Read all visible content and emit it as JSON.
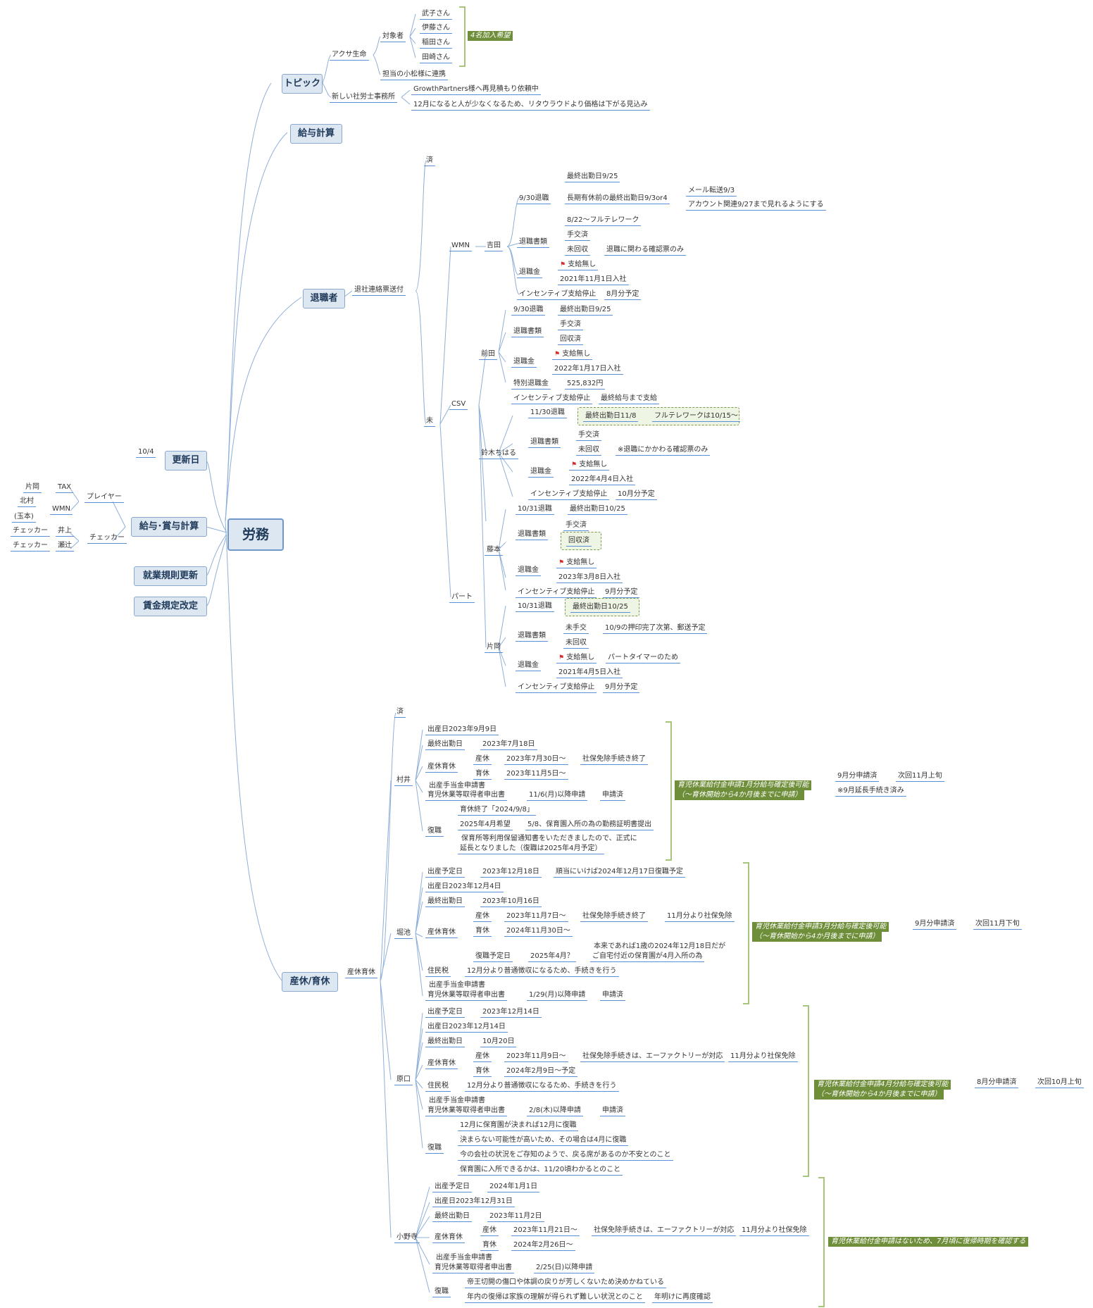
{
  "root": "労務",
  "branches": {
    "topic": "トピック",
    "salary_calc": "給与計算",
    "retiree": "退職者",
    "maternity": "産休/育休",
    "update_date": "更新日",
    "pay_bonus": "給与･賞与計算",
    "rules_update": "就業規則更新",
    "wage_revision": "賃金規定改定"
  },
  "topic": {
    "aflac": "アクサ生命",
    "target": "対象者",
    "names": [
      "武子さん",
      "伊藤さん",
      "稲田さん",
      "田崎さん"
    ],
    "tag": "4名加入希望",
    "contact": "担当の小松様に連携",
    "new_office": "新しい社労士事務所",
    "gp": "GrowthPartners様へ再見積もり依頼中",
    "dec": "12月になると人が少なくなるため、リタウラウドより価格は下がる見込み"
  },
  "left": {
    "date": "10/4",
    "player": "プレイヤー",
    "checker": "チェッカー",
    "p1a": "片岡",
    "p1b": "TAX",
    "p2a": "北村",
    "p2b": "WMN",
    "p2c": "(玉本)",
    "c1a": "チェッカー",
    "c1b": "井上",
    "c2a": "チェッカー",
    "c2b": "瀬辻"
  },
  "retiree": {
    "sent": "退社連絡票送付",
    "done": "済",
    "notyet": "未",
    "wmn": "WMN",
    "csv": "CSV",
    "part": "パート",
    "yoshida": "吉田",
    "y_930": "9/30退職",
    "y_last": "最終出勤日9/25",
    "y_longleave": "長期有休前の最終出勤日9/3or4",
    "y_mail": "メール転送9/3",
    "y_account": "アカウント関連9/27まで見れるようにする",
    "y_822": "8/22〜フルテレワーク",
    "docs": "退職書類",
    "handed": "手交済",
    "uncollected": "未回収",
    "y_docnote": "退職に関わる確認票のみ",
    "allowance": "退職金",
    "nopay": "支給無し",
    "y_join": "2021年11月1日入社",
    "incentive": "インセンティブ支給停止",
    "y_inc": "8月分予定",
    "maeda": "前田",
    "m_930": "9/30退職",
    "m_last": "最終出勤日9/25",
    "collected": "回収済",
    "m_join": "2022年1月17日入社",
    "m_special": "特別退職金",
    "m_amount": "525,832円",
    "m_inc": "最終給与まで支給",
    "suzuki": "鈴木ちはる",
    "s_1130": "11/30退職",
    "s_last": "最終出勤日11/8",
    "s_tele": "フルテレワークは10/15〜",
    "s_docnote": "※退職にかかわる確認票のみ",
    "s_join": "2022年4月4日入社",
    "s_inc": "10月分予定",
    "fujimoto": "藤本",
    "f_1031": "10/31退職",
    "f_last": "最終出勤日10/25",
    "f_join": "2023年3月8日入社",
    "f_inc": "9月分予定",
    "kataoka": "片岡",
    "k_1031": "10/31退職",
    "k_last": "最終出勤日10/25",
    "k_unhand": "未手交",
    "k_docnote": "10/9の押印完了次第、郵送予定",
    "k_parttimer": "パートタイマーのため",
    "k_join": "2021年4月5日入社",
    "k_inc": "9月分予定"
  },
  "maternity": {
    "label": "産休育休",
    "done": "済",
    "murai": "村井",
    "mu_birth": "出産日2023年9月9日",
    "last_day": "最終出勤日",
    "mu_last": "2023年7月18日",
    "leave": "産休育休",
    "mat": "産休",
    "child": "育休",
    "mu_mat": "2023年7月30日〜",
    "mu_mat2": "社保免除手続き終了",
    "mu_child": "2023年11月5日〜",
    "app1": "出産手当金申請書",
    "app2": "育児休業等取得者申出書",
    "mu_app": "11/6(月)以降申請",
    "applied": "申請済",
    "return": "復職",
    "mu_r1": "育休終了「2024/9/8」",
    "mu_r2": "2025年4月希望",
    "mu_r3": "5/8、保育園入所の為の勤務証明書提出",
    "mu_r4a": "保育所等利用保留通知書をいただきましたので、正式に",
    "mu_r4b": "延長となりました（復職は2025年4月予定）",
    "mu_tag1": "育児休業給付金申請1月分給与確定後可能",
    "mu_tag2": "（〜育休開始から4か月後までに申請）",
    "mu_t1": "9月分申請済",
    "mu_t2": "次回11月上旬",
    "mu_t3": "※9月延長手続き済み",
    "horiike": "堀池",
    "due": "出産予定日",
    "h_due": "2023年12月18日",
    "h_due2": "順当にいけば2024年12月17日復職予定",
    "h_birth": "出産日2023年12月4日",
    "h_last": "2023年10月16日",
    "h_mat": "2023年11月7日〜",
    "h_mat2": "社保免除手続き終了",
    "h_mat3": "11月分より社保免除",
    "h_child": "2024年11月30日〜",
    "h_ret": "復職予定日",
    "h_ret2": "2025年4月？",
    "h_ret3a": "本来であれば1歳の2024年12月18日だが",
    "h_ret3b": "ご自宅付近の保育園が4月入所の為",
    "tax": "住民税",
    "h_tax": "12月分より普通徴収になるため、手続きを行う",
    "h_app": "1/29(月)以降申請",
    "h_tag1": "育児休業給付金申請3月分給与確定後可能",
    "h_tag2": "（〜育休開始から4か月後までに申請）",
    "h_t1": "9月分申請済",
    "h_t2": "次回11月下旬",
    "haraguchi": "原口",
    "ha_due": "2023年12月14日",
    "ha_birth": "出産日2023年12月14日",
    "ha_last": "10月20日",
    "ha_mat": "2023年11月9日〜",
    "ha_mat2": "社保免除手続きは、エーファクトリーが対応",
    "ha_mat3": "11月分より社保免除",
    "ha_child": "2024年2月9日〜予定",
    "ha_tax": "12月分より普通徴収になるため、手続きを行う",
    "ha_app": "2/8(木)以降申請",
    "ha_r1": "12月に保育園が決まれば12月に復職",
    "ha_r2": "決まらない可能性が高いため、その場合は4月に復職",
    "ha_r3": "今の会社の状況をご存知のようで、戻る席があるのか不安とのこと",
    "ha_r4": "保育園に入所できるかは、11/20頃わかるとのこと",
    "ha_tag1": "育児休業給付金申請4月分給与確定後可能",
    "ha_tag2": "（〜育休開始から4か月後までに申請）",
    "ha_t1": "8月分申請済",
    "ha_t2": "次回10月上旬",
    "onodera": "小野寺",
    "o_due": "2024年1月1日",
    "o_birth": "出産日2023年12月31日",
    "o_last": "2023年11月2日",
    "o_mat": "2023年11月21日〜",
    "o_mat2": "社保免除手続きは、エーファクトリーが対応",
    "o_mat3": "11月分より社保免除",
    "o_child": "2024年2月26日〜",
    "o_app": "2/25(日)以降申請",
    "o_r1": "帝王切開の傷口や体調の戻りが芳しくないため決めかねている",
    "o_r2": "年内の復帰は家族の理解が得られず難しい状況とのこと",
    "o_r3": "年明けに再度確認",
    "o_tag": "育児休業給付金申請はないため、7月頃に復帰時期を確認する"
  },
  "colors": {
    "line": "#8fb0d8",
    "underline": "#5b8fd6",
    "box": "#dde7f2",
    "tag": "#6f8e3a",
    "bracket": "#a7c57a",
    "flag": "#d62b2b"
  }
}
